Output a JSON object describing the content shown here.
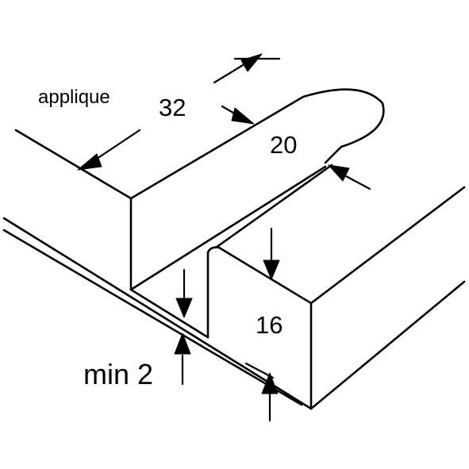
{
  "labels": {
    "material": "applique",
    "width": "32",
    "radius": "20",
    "height": "16",
    "minimum": "min 2"
  },
  "colors": {
    "line": "#000000",
    "background": "#ffffff"
  }
}
